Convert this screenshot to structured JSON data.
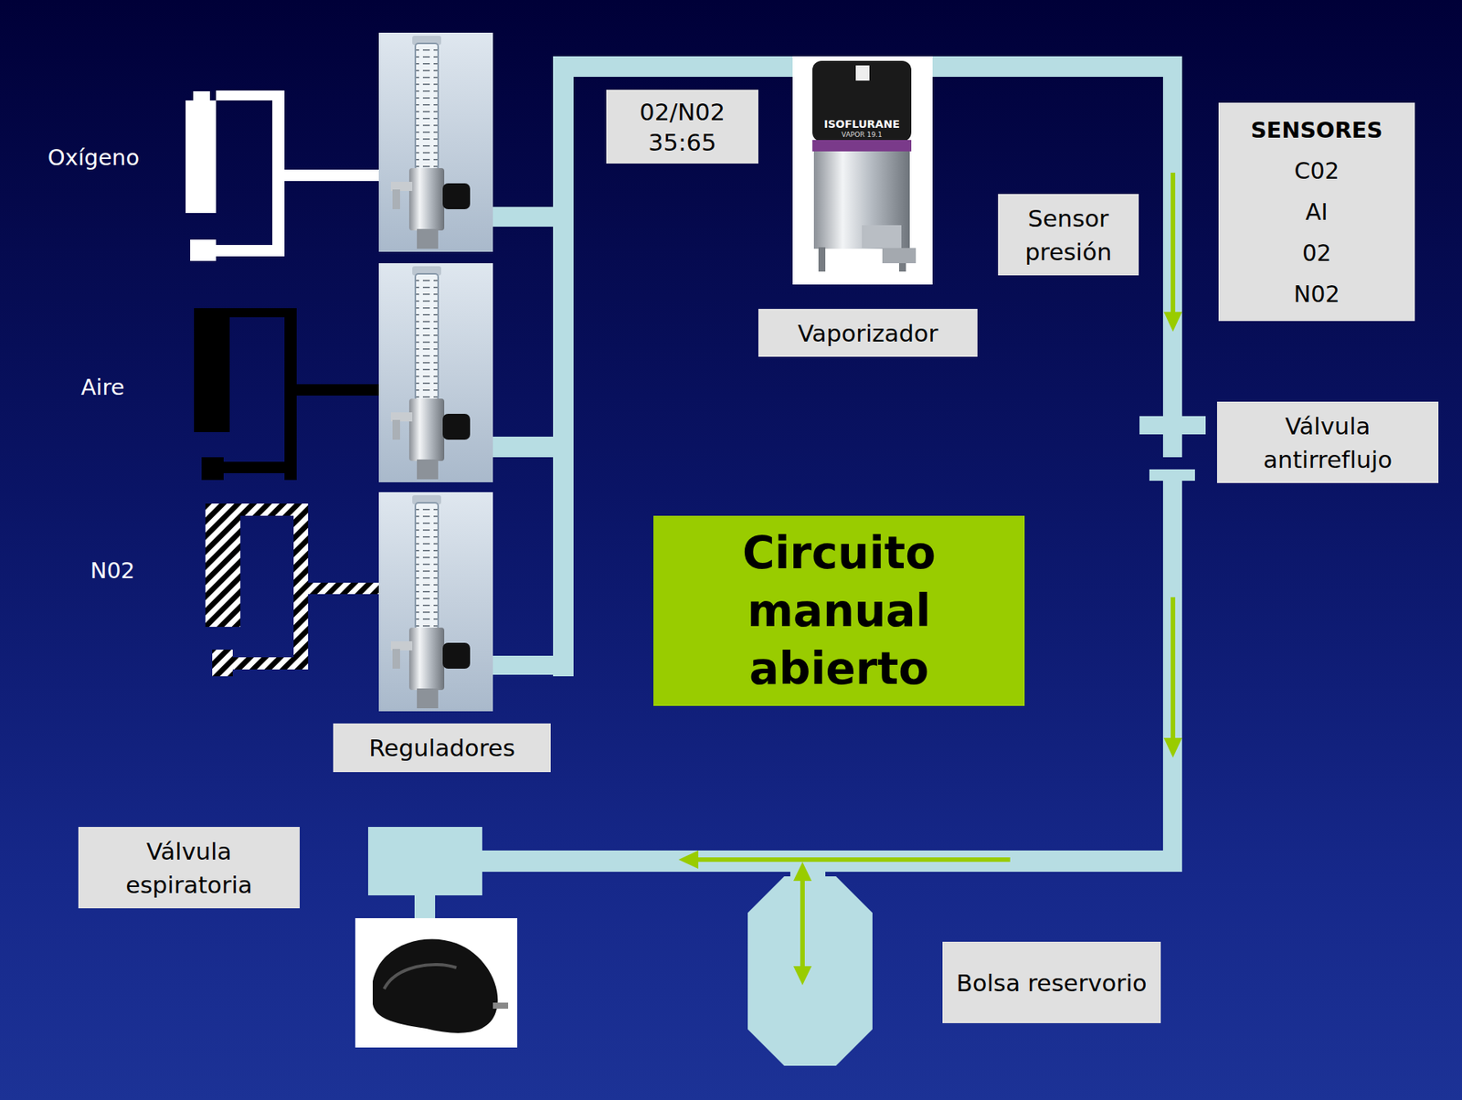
{
  "diagram": {
    "nodes": [
      {
        "text": [
          "02/N02 35:65"
        ]
      },
      {
        "text": [
          "Sensor presión"
        ]
      },
      {
        "text": [
          "SENSORES",
          "C02",
          "AI",
          "02",
          "N02"
        ]
      },
      {
        "text": [
          "Vaporizador"
        ]
      },
      {
        "text": [
          "Válvula antirreflujo"
        ]
      },
      {
        "text": [
          "Circuito manual abierto"
        ]
      },
      {
        "text": [
          "Reguladores"
        ]
      },
      {
        "text": [
          "Válvula espiratoria"
        ]
      },
      {
        "text": [
          "Bolsa reservorio"
        ]
      }
    ],
    "labels": [
      "Oxígeno",
      "Aire",
      "N02",
      "ISOFLURANE",
      "VAPOR 19.1"
    ]
  }
}
